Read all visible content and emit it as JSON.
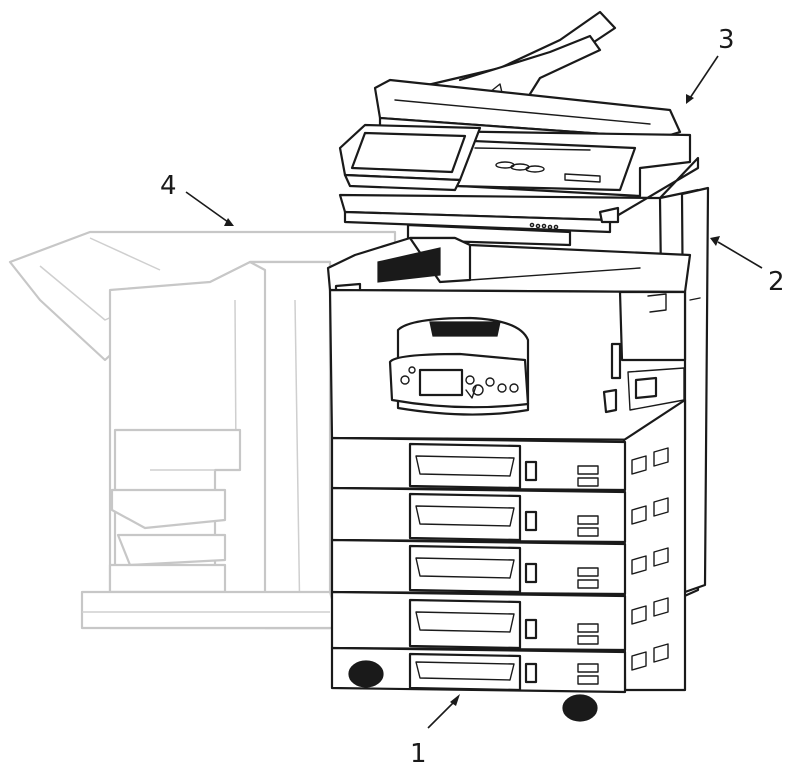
{
  "figure": {
    "callouts": [
      {
        "id": "1",
        "label": "1"
      },
      {
        "id": "2",
        "label": "2"
      },
      {
        "id": "3",
        "label": "3"
      },
      {
        "id": "4",
        "label": "4"
      }
    ],
    "colors": {
      "ink": "#1a1a1a",
      "ghost": "#c7c7c7",
      "background": "#ffffff"
    }
  }
}
